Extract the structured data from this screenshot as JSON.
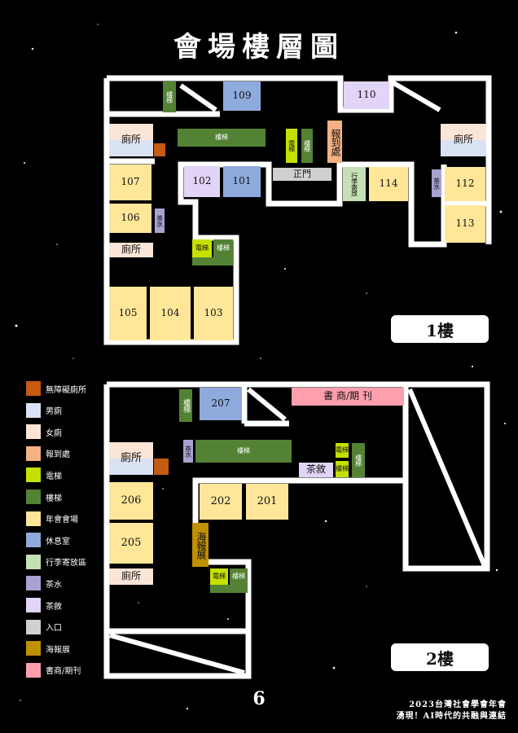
{
  "title": "會場樓層圖",
  "colors": {
    "accessible": "#c55a11",
    "mens": "#dae3f3",
    "womens": "#fbe5d6",
    "registration": "#f4b183",
    "elevator": "#c5e000",
    "stairs": "#548235",
    "hall": "#ffe699",
    "lounge": "#8faadc",
    "luggage": "#c5e0b4",
    "tea": "#a9a1d1",
    "teabreak": "#e2d4f7",
    "entrance": "#d0d0d0",
    "poster": "#bf9000",
    "bookstall": "#ff9fae"
  },
  "floor1": {
    "label": "1樓",
    "rooms": {
      "r109": "109",
      "r110": "110",
      "r102": "102",
      "r101": "101",
      "r114": "114",
      "r112": "112",
      "r113": "113",
      "r107": "107",
      "r106": "106",
      "r105": "105",
      "r104": "104",
      "r103": "103"
    },
    "restroom_left_top": "廁所",
    "restroom_left_bottom": "廁所",
    "restroom_right": "廁所",
    "stairs_top": "樓梯",
    "stairs_long": "樓梯",
    "elev_a": "電梯",
    "elev_b": "樓梯",
    "registration": "報到處",
    "entrance": "正門",
    "luggage": "行李寄放",
    "tea_left": "茶水",
    "tea_right": "茶水",
    "elev_bottom": "電梯",
    "stairs_bottom": "樓梯"
  },
  "floor2": {
    "label": "2樓",
    "rooms": {
      "r207": "207",
      "r206": "206",
      "r205": "205",
      "r202": "202",
      "r201": "201"
    },
    "stairs_top": "樓梯",
    "bookstall": "書 商/期 刊",
    "tea": "茶水",
    "stairs_long": "樓梯",
    "teabreak": "茶敘",
    "elev": "電梯",
    "elev2": "樓梯",
    "stairs_right": "樓梯",
    "restroom_top": "廁所",
    "poster": "海報展",
    "restroom_bottom": "廁所",
    "elev_bottom": "電梯",
    "stairs_bottom": "樓梯"
  },
  "legend": [
    {
      "label": "無障礙廁所",
      "color": "#c55a11"
    },
    {
      "label": "男廁",
      "color": "#dae3f3"
    },
    {
      "label": "女廁",
      "color": "#fbe5d6"
    },
    {
      "label": "報到處",
      "color": "#f4b183"
    },
    {
      "label": "電梯",
      "color": "#c5e000"
    },
    {
      "label": "樓梯",
      "color": "#548235"
    },
    {
      "label": "年會會場",
      "color": "#ffe699"
    },
    {
      "label": "休息室",
      "color": "#8faadc"
    },
    {
      "label": "行李寄放區",
      "color": "#c5e0b4"
    },
    {
      "label": "茶水",
      "color": "#a9a1d1"
    },
    {
      "label": "茶敘",
      "color": "#e2d4f7"
    },
    {
      "label": "入口",
      "color": "#d0d0d0"
    },
    {
      "label": "海報展",
      "color": "#bf9000"
    },
    {
      "label": "書商/期刊",
      "color": "#ff9fae"
    }
  ],
  "page_number": "6",
  "footer": {
    "line1": "2023台灣社會學會年會",
    "line2": "湧現！AI時代的共融與連結"
  }
}
